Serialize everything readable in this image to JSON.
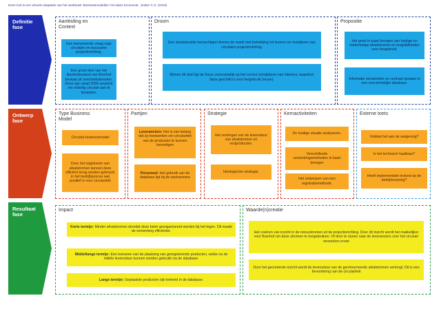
{
  "caption": "Deze tool is een virtuele adaptatie van het werkboek 'Businessmodellen Circulaire Economie', Jonker C.S. (2018)",
  "phases": [
    {
      "label": "Definitie\nfase",
      "color": "#1e2db0"
    },
    {
      "label": "Ontwerp\nfase",
      "color": "#d3401a"
    },
    {
      "label": "Resultaat\nfase",
      "color": "#1f9a3e"
    }
  ],
  "definitie": {
    "aanleiding": {
      "title": "Aanleiding en\nContext",
      "boxes": [
        "Een toenemende vraag naar circulaire en duurzame projectinrichting.",
        "Een groot deel van het klantenbestand van Boerhof bestaat uit overheidsdiensten. Deze zijn vanaf 2050 verplicht om volledig circulair aan te besteden."
      ]
    },
    "droom": {
      "title": "Droom",
      "boxes": [
        "Een sleutelpositie bemachtigen binnen de markt met betrekking tot leveren en installeren van circulaire projectinrichting.",
        "Binnen dit doel ligt de focus voornamelijk op het correct verwijderen van interieur, waardoor deze geschikt is voor hergebruik (reuse)."
      ]
    },
    "propositie": {
      "title": "Propositie",
      "boxes": [
        "Het goed in kaart brengen van huidige en toekomstige afvalstromen en mogelijkheden voor hergebruik.",
        "Informatie verzamelen en centraal opslaan in een overzichtelijke database."
      ]
    }
  },
  "ontwerp": {
    "type_business_model": {
      "title": "Type Business\nModel",
      "boxes": [
        "Circulair businessmodel",
        "Door het registreren van afvalstromen kunnen deze efficiënt terug worden gebracht in het bedrijfsproces wat positief is voor circulariteit"
      ]
    },
    "partijen": {
      "title": "Partijen",
      "leveranciers_label": "Leveranciers:",
      "leveranciers_text": " Het is van belang dat zij meewerken om circulariteit van de producten te kunnen bevestigen",
      "personeel_label": "Personeel:",
      "personeel_text": " Het gebruik van de database ligt bij de werknemers"
    },
    "strategie": {
      "title": "Strategie",
      "boxes": [
        "Het verlengen van de levensduur van afvalstromen en restproducten.",
        "Ideologische strategie."
      ]
    },
    "kernactiviteiten": {
      "title": "Kernactiviteiten",
      "boxes": [
        "De huidige situatie analyseren.",
        "Verschillende verwerkingsmethoden in kaart brengen",
        "Het ontwerpen van een registratiemethode."
      ]
    },
    "externe_toets": {
      "title": "Externe toets",
      "boxes": [
        "Voldoet het aan de wetgeving?",
        "Is het technisch haalbaar?",
        "Heeft implementatie invloed op de bedrijfsvoering?"
      ]
    }
  },
  "resultaat": {
    "impact": {
      "title": "Impact",
      "items": [
        {
          "label": "Korte termijn:",
          "text": " Minder afvalstromen doordat deze beter georganiseerd worden bij het legen. Dit maakt de verwerking efficiënter."
        },
        {
          "label": "Middellange termijn:",
          "text": " Een toename van de plaatsing van geregistreerde producten, welke na de initiële levensduur kunnen worden gebruikt via de database."
        },
        {
          "label": "Lange termijn:",
          "text": " Geplaatste producten zijn bekend in de database."
        }
      ]
    },
    "waardecreatie": {
      "title": "Waarde(n)creatie",
      "boxes": [
        "Het creëren van inzicht in de retourstromen uit de projectinrichting. Door dit inzicht wordt het makkelijker voor Boerhof om deze stromen te hergebruiken. Of door te sturen naar de leveranciers voor het circulair verwerken ervan",
        "Door het gecreëerde inzicht wordt de levensduur van de geretourneerde afvalstromen verlengt. Dit is een bevordering van de circulariteit"
      ]
    }
  }
}
